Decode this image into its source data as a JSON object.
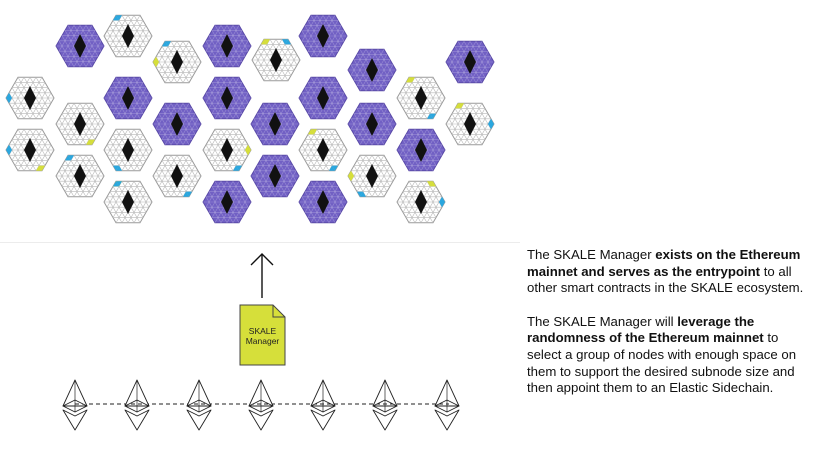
{
  "manager": {
    "label_line1": "SKALE",
    "label_line2": "Manager",
    "fill": "#d6df3a"
  },
  "description": {
    "p1": [
      {
        "text": "The SKALE Manager ",
        "bold": false
      },
      {
        "text": "exists on the Ethereum mainnet and serves as the entrypoint",
        "bold": true
      },
      {
        "text": " to all other smart contracts in the SKALE ecosystem.",
        "bold": false
      }
    ],
    "p2": [
      {
        "text": "The SKALE Manager will ",
        "bold": false
      },
      {
        "text": "leverage the randomness of the Ethereum mainnet",
        "bold": true
      },
      {
        "text": " to select a group of nodes with enough space on them to support the desired subnode size and then appoint them to an Elastic Sidechain.",
        "bold": false
      }
    ]
  },
  "colors": {
    "node_purple": "#7160c4",
    "node_white": "#ffffff",
    "grid_stroke": "#b8b8b8",
    "diamond": "#111111",
    "accent_blue": "#2aa7df",
    "accent_yellow": "#d6df3a"
  },
  "icons": {
    "node": "hexagon-node-icon",
    "diamond": "diamond-icon",
    "ethereum": "ethereum-icon",
    "document": "document-icon",
    "arrow": "arrow-up-icon"
  },
  "nodes": [
    {
      "style": "white",
      "marks": [
        [
          "blue",
          3
        ]
      ]
    },
    {
      "style": "white",
      "marks": [
        [
          "blue",
          3
        ],
        [
          "yellow",
          1
        ]
      ]
    },
    {
      "style": "purple",
      "marks": []
    },
    {
      "style": "white",
      "marks": [
        [
          "yellow",
          1
        ]
      ]
    },
    {
      "style": "white",
      "marks": [
        [
          "blue",
          4
        ]
      ]
    },
    {
      "style": "white",
      "marks": [
        [
          "blue",
          4
        ]
      ]
    },
    {
      "style": "purple",
      "marks": []
    },
    {
      "style": "white",
      "marks": [
        [
          "blue",
          2
        ]
      ]
    },
    {
      "style": "white",
      "marks": [
        [
          "yellow",
          4
        ],
        [
          "blue",
          4
        ]
      ]
    },
    {
      "style": "white",
      "marks": [
        [
          "yellow",
          3
        ],
        [
          "blue",
          4
        ]
      ]
    },
    {
      "style": "purple",
      "marks": []
    },
    {
      "style": "white",
      "marks": [
        [
          "blue",
          1
        ]
      ]
    },
    {
      "style": "purple",
      "marks": []
    },
    {
      "style": "purple",
      "marks": []
    },
    {
      "style": "white",
      "marks": [
        [
          "blue",
          1
        ],
        [
          "yellow",
          0
        ]
      ]
    },
    {
      "style": "purple",
      "marks": []
    },
    {
      "style": "purple",
      "marks": []
    },
    {
      "style": "purple",
      "marks": []
    },
    {
      "style": "white",
      "marks": [
        [
          "blue",
          5
        ],
        [
          "yellow",
          4
        ]
      ]
    },
    {
      "style": "purple",
      "marks": []
    },
    {
      "style": "white",
      "marks": [
        [
          "blue",
          1
        ],
        [
          "yellow",
          4
        ]
      ]
    },
    {
      "style": "purple",
      "marks": []
    },
    {
      "style": "purple",
      "marks": []
    },
    {
      "style": "purple",
      "marks": []
    },
    {
      "style": "white",
      "marks": [
        [
          "blue",
          2
        ],
        [
          "yellow",
          3
        ]
      ]
    },
    {
      "style": "purple",
      "marks": []
    },
    {
      "style": "white",
      "marks": [
        [
          "yellow",
          4
        ],
        [
          "blue",
          1
        ]
      ]
    },
    {
      "style": "purple",
      "marks": []
    },
    {
      "style": "white",
      "marks": [
        [
          "blue",
          0
        ],
        [
          "yellow",
          5
        ]
      ]
    },
    {
      "style": "purple",
      "marks": []
    },
    {
      "style": "white",
      "marks": [
        [
          "yellow",
          4
        ],
        [
          "blue",
          0
        ]
      ]
    }
  ]
}
